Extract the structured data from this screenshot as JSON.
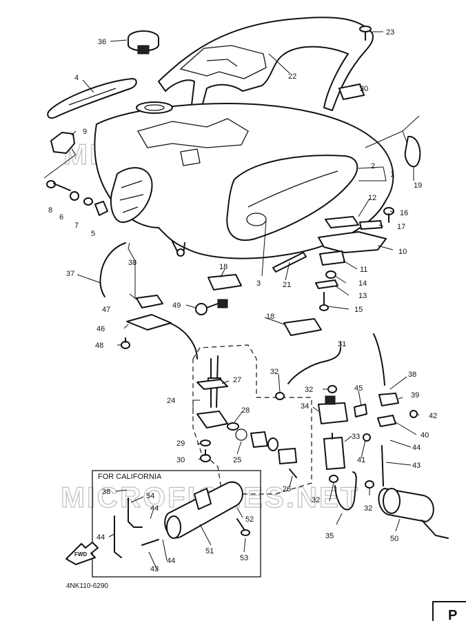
{
  "watermark": "MICROFICHES.NET",
  "diagram_code": "4NK110-6290",
  "california_label": "FOR CALIFORNIA",
  "fwd_label": "FWD",
  "page_corner_char": "P",
  "callouts": [
    {
      "id": "c1",
      "label": "1"
    },
    {
      "id": "c2",
      "label": "2"
    },
    {
      "id": "c3",
      "label": "3"
    },
    {
      "id": "c4",
      "label": "4"
    },
    {
      "id": "c5",
      "label": "5"
    },
    {
      "id": "c6",
      "label": "6"
    },
    {
      "id": "c7",
      "label": "7"
    },
    {
      "id": "c8",
      "label": "8"
    },
    {
      "id": "c9",
      "label": "9"
    },
    {
      "id": "c10",
      "label": "10"
    },
    {
      "id": "c11",
      "label": "11"
    },
    {
      "id": "c12",
      "label": "12"
    },
    {
      "id": "c13",
      "label": "13"
    },
    {
      "id": "c14",
      "label": "14"
    },
    {
      "id": "c15",
      "label": "15"
    },
    {
      "id": "c16",
      "label": "16"
    },
    {
      "id": "c17",
      "label": "17"
    },
    {
      "id": "c18a",
      "label": "18"
    },
    {
      "id": "c18b",
      "label": "18"
    },
    {
      "id": "c19",
      "label": "19"
    },
    {
      "id": "c20",
      "label": "20"
    },
    {
      "id": "c21",
      "label": "21"
    },
    {
      "id": "c22",
      "label": "22"
    },
    {
      "id": "c23",
      "label": "23"
    },
    {
      "id": "c24",
      "label": "24"
    },
    {
      "id": "c25",
      "label": "25"
    },
    {
      "id": "c26",
      "label": "26"
    },
    {
      "id": "c27",
      "label": "27"
    },
    {
      "id": "c28",
      "label": "28"
    },
    {
      "id": "c29",
      "label": "29"
    },
    {
      "id": "c30",
      "label": "30"
    },
    {
      "id": "c31",
      "label": "31"
    },
    {
      "id": "c32a",
      "label": "32"
    },
    {
      "id": "c32b",
      "label": "32"
    },
    {
      "id": "c32c",
      "label": "32"
    },
    {
      "id": "c32d",
      "label": "32"
    },
    {
      "id": "c33",
      "label": "33"
    },
    {
      "id": "c34",
      "label": "34"
    },
    {
      "id": "c35",
      "label": "35"
    },
    {
      "id": "c36",
      "label": "36"
    },
    {
      "id": "c37",
      "label": "37"
    },
    {
      "id": "c38a",
      "label": "38"
    },
    {
      "id": "c38b",
      "label": "38"
    },
    {
      "id": "c38c",
      "label": "38"
    },
    {
      "id": "c39",
      "label": "39"
    },
    {
      "id": "c40",
      "label": "40"
    },
    {
      "id": "c41",
      "label": "41"
    },
    {
      "id": "c42",
      "label": "42"
    },
    {
      "id": "c43a",
      "label": "43"
    },
    {
      "id": "c43b",
      "label": "43"
    },
    {
      "id": "c44a",
      "label": "44"
    },
    {
      "id": "c44b",
      "label": "44"
    },
    {
      "id": "c44c",
      "label": "44"
    },
    {
      "id": "c44d",
      "label": "44"
    },
    {
      "id": "c45",
      "label": "45"
    },
    {
      "id": "c46",
      "label": "46"
    },
    {
      "id": "c47",
      "label": "47"
    },
    {
      "id": "c48",
      "label": "48"
    },
    {
      "id": "c49",
      "label": "49"
    },
    {
      "id": "c50",
      "label": "50"
    },
    {
      "id": "c51",
      "label": "51"
    },
    {
      "id": "c52",
      "label": "52"
    },
    {
      "id": "c53",
      "label": "53"
    },
    {
      "id": "c54",
      "label": "54"
    }
  ]
}
